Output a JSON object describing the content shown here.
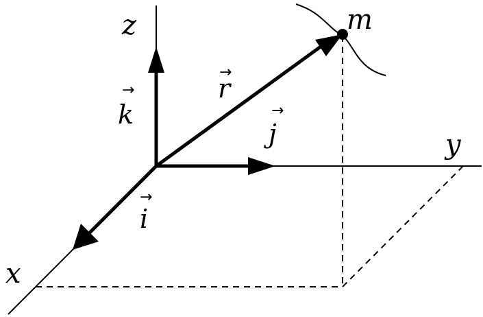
{
  "labels": {
    "axis_x": "x",
    "axis_y": "y",
    "axis_z": "z",
    "mass": "m"
  },
  "vectors": {
    "r": "r",
    "i": "i",
    "j": "j",
    "k": "k",
    "arrow_symbol": "→"
  }
}
